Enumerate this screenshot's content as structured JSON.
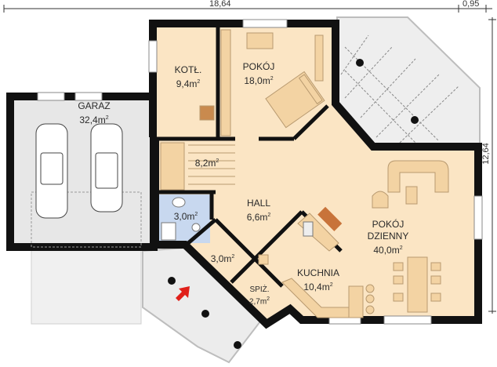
{
  "dimensions": {
    "width_total": "18,64",
    "width_extra": "0,95",
    "height_total": "12,64"
  },
  "rooms": [
    {
      "name": "GARAZ",
      "area": "32,4",
      "unit": "m",
      "sup": "2"
    },
    {
      "name": "KOTŁ.",
      "area": "9,4",
      "unit": "m",
      "sup": "2"
    },
    {
      "name": "POKÓJ",
      "area": "18,0",
      "unit": "m",
      "sup": "2"
    },
    {
      "name": "",
      "area": "8,2",
      "unit": "m",
      "sup": "2"
    },
    {
      "name": "",
      "area": "3,0",
      "unit": "m",
      "sup": "2"
    },
    {
      "name": "HALL",
      "area": "6,6",
      "unit": "m",
      "sup": "2"
    },
    {
      "name": "",
      "area": "3,0",
      "unit": "m",
      "sup": "2"
    },
    {
      "name": "SPIŻ.",
      "area": "2,7",
      "unit": "m",
      "sup": "2"
    },
    {
      "name": "KUCHNIA",
      "area": "10,4",
      "unit": "m",
      "sup": "2"
    },
    {
      "name": "POKÓJ DZIENNY",
      "area": "40,0",
      "unit": "m",
      "sup": "2"
    }
  ],
  "colors": {
    "room": "#fbe5c4",
    "furniture": "#f3d3a3",
    "wall": "#111111",
    "bathroom": "#c8d8ef",
    "garage": "#e7e7e7",
    "terrace": "#eeeeee",
    "entrance_arrow": "#e0201a",
    "fireplace": "#c8733a"
  },
  "icons": [
    "entrance-arrow-icon",
    "car-icon",
    "bed-icon",
    "fireplace-icon",
    "stove-icon",
    "toilet-icon"
  ]
}
